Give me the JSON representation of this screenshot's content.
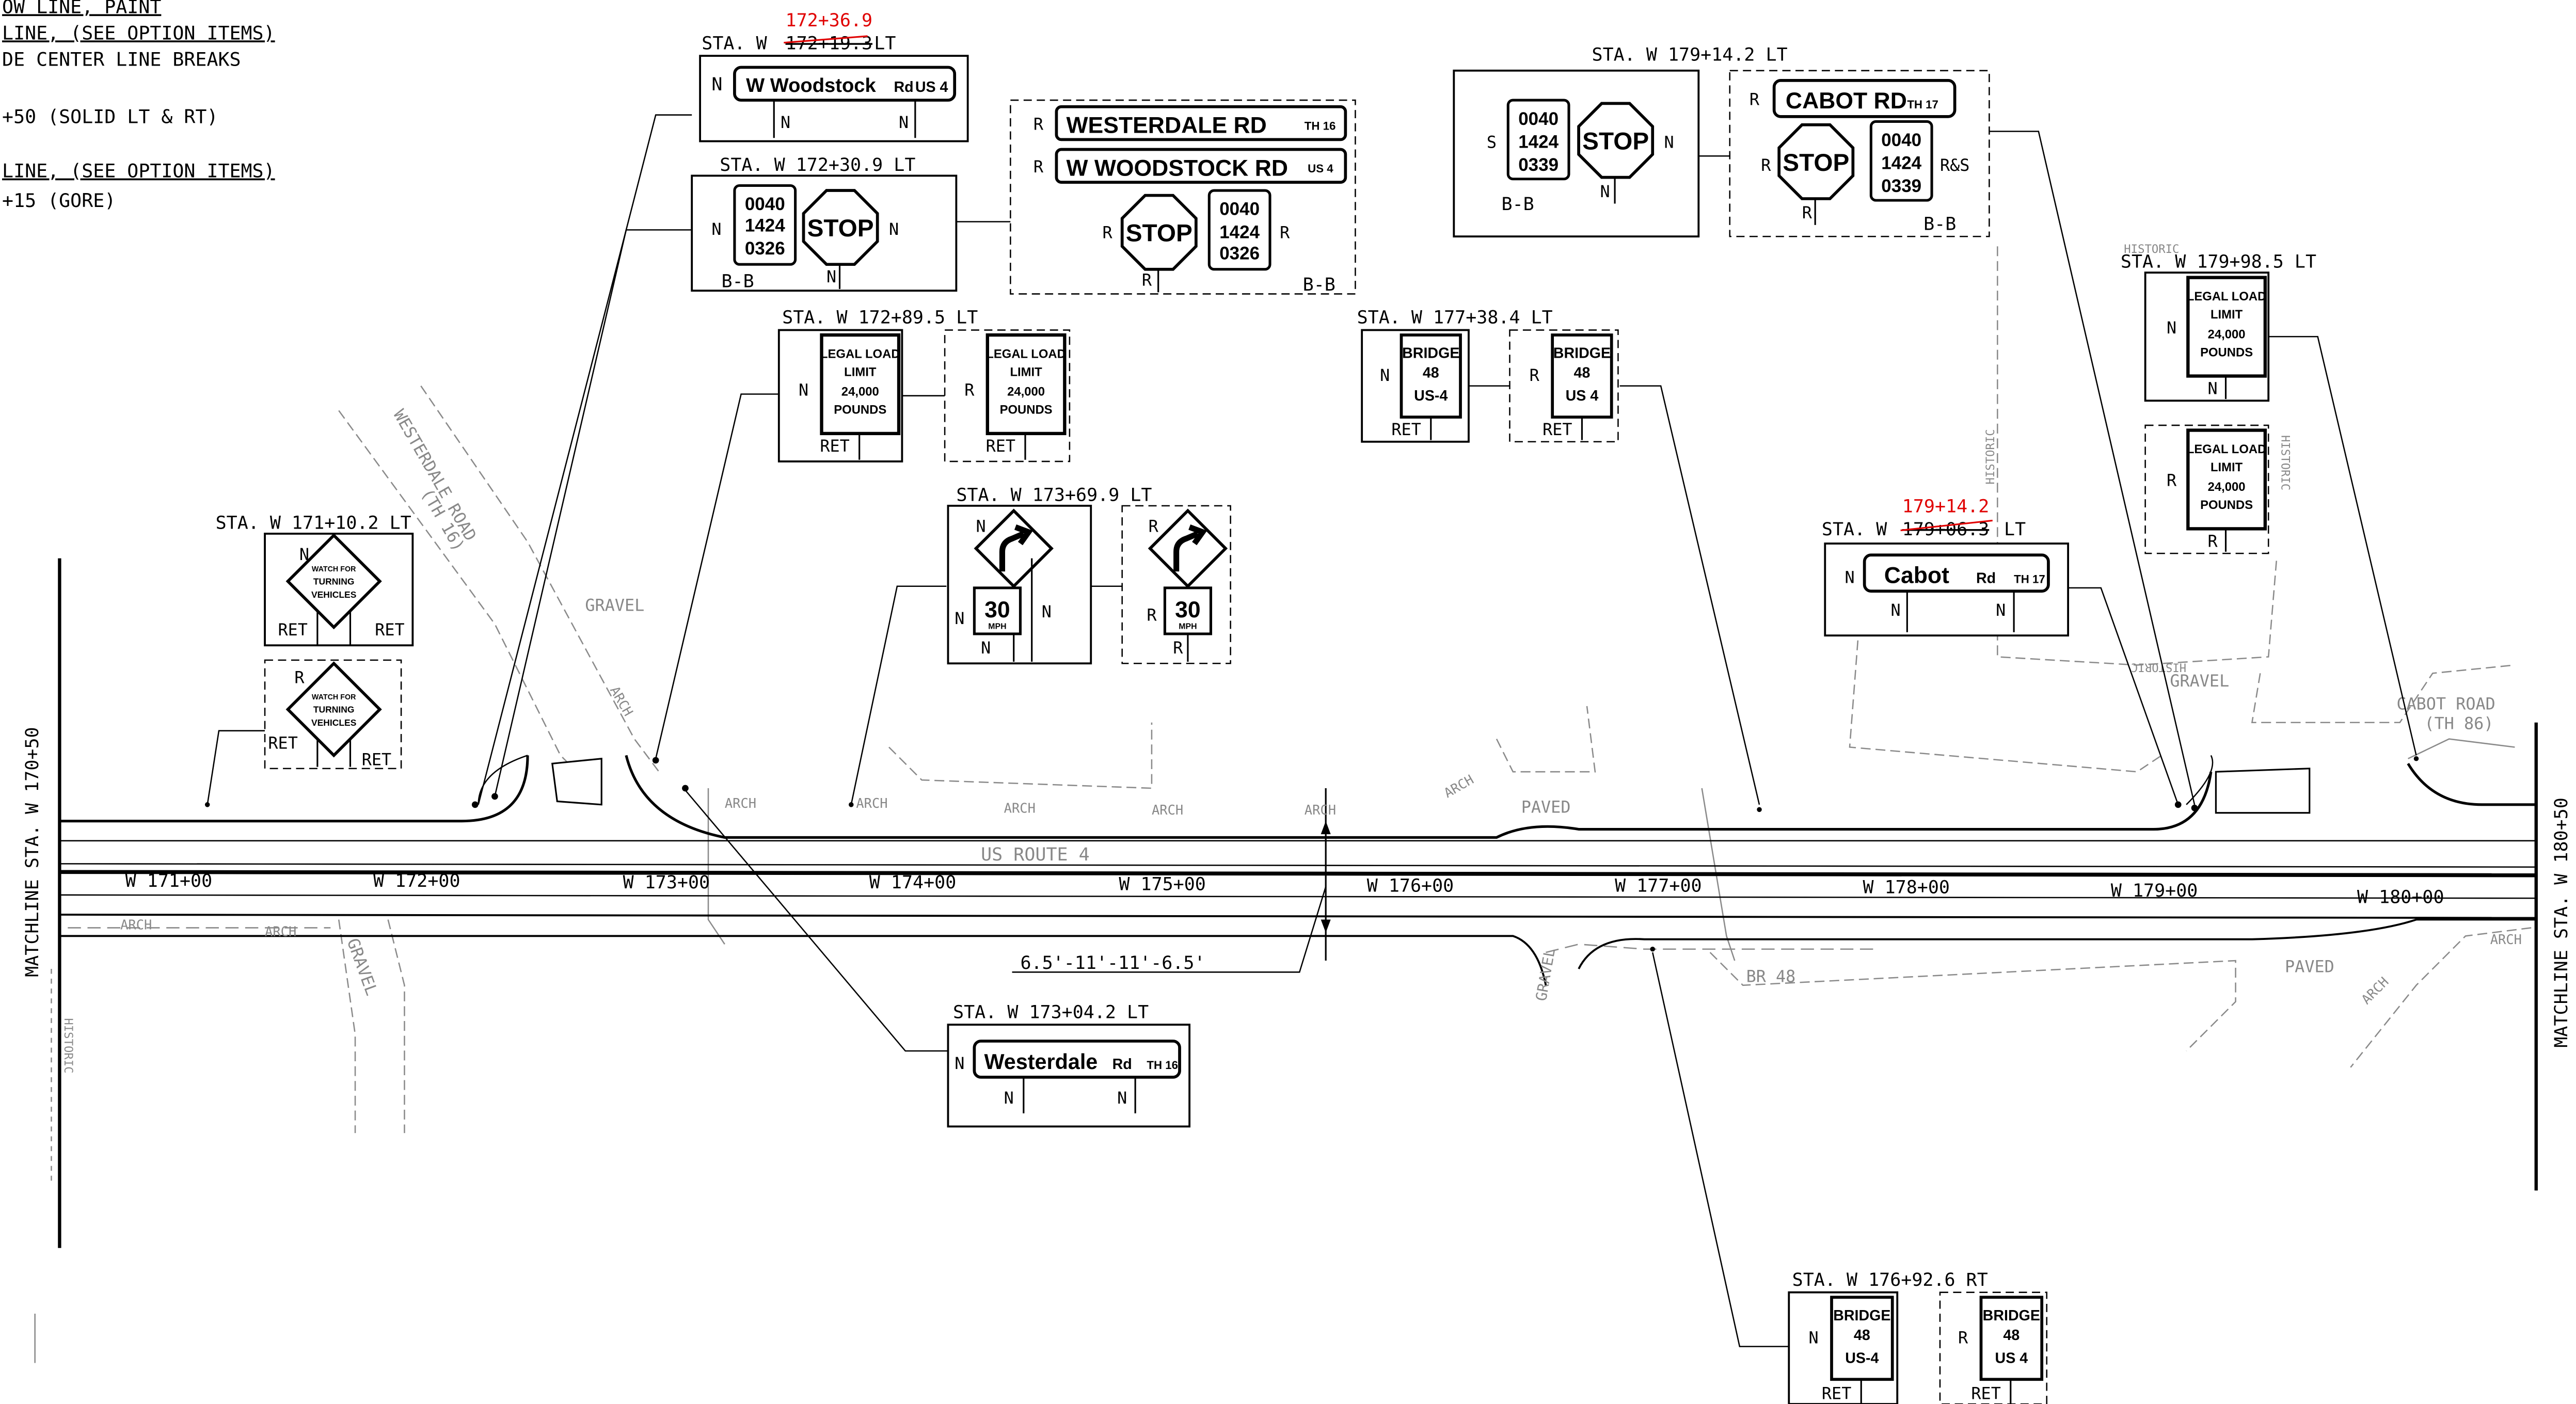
{
  "notes": {
    "lines": [
      "OW LINE, PAINT",
      "LINE, (SEE OPTION ITEMS)",
      "DE CENTER LINE BREAKS",
      "+50 (SOLID LT & RT)",
      "LINE, (SEE OPTION ITEMS)",
      "+15 (GORE)"
    ]
  },
  "matchlines": {
    "left": "MATCHLINE STA. W 170+50",
    "right": "MATCHLINE STA. W 180+50"
  },
  "road": {
    "name": "US ROUTE 4",
    "dimension": "6.5'-11'-11'-6.5'",
    "stations": [
      "W 171+00",
      "W 172+00",
      "W 173+00",
      "W 174+00",
      "W 175+00",
      "W 176+00",
      "W 177+00",
      "W 178+00",
      "W 179+00",
      "W 180+00"
    ]
  },
  "map_labels": {
    "westerdale": "WESTERDALE ROAD",
    "westerdale_th": "(TH 16)",
    "gravel": "GRAVEL",
    "arch": "ARCH",
    "paved": "PAVED",
    "historic": "HISTORIC",
    "cabot_road": "CABOT ROAD",
    "cabot_th": "(TH 86)",
    "br48": "BR 48"
  },
  "signs": {
    "woodstock": {
      "station_new": "172+36.9",
      "station_old": "172+19.3",
      "station_prefix": "STA. W",
      "side": "LT",
      "face": "N",
      "name": "W Woodstock",
      "rd": "Rd",
      "route": "US 4"
    },
    "stop_172": {
      "station": "STA. W 172+30.9 LT",
      "numbers": [
        "0040",
        "1424",
        "0326"
      ],
      "stop": "STOP",
      "view": "B-B"
    },
    "westerdale_assembly": {
      "line1": "WESTERDALE RD",
      "line1_route": "TH 16",
      "line2": "W WOODSTOCK RD",
      "line2_route": "US 4",
      "numbers": [
        "0040",
        "1424",
        "0326"
      ],
      "stop": "STOP",
      "view": "B-B"
    },
    "legal_172": {
      "station": "STA. W 172+89.5 LT",
      "text": [
        "LEGAL LOAD",
        "LIMIT",
        "24,000",
        "POUNDS"
      ]
    },
    "curve_173": {
      "station": "STA. W 173+69.9 LT",
      "speed": "30",
      "unit": "MPH"
    },
    "watch_171": {
      "station": "STA. W 171+10.2 LT",
      "text": [
        "WATCH FOR",
        "TURNING",
        "VEHICLES"
      ]
    },
    "bridge_177": {
      "station": "STA. W 177+38.4 LT",
      "n_text": [
        "BRIDGE",
        "48",
        "US-4"
      ],
      "r_text": [
        "BRIDGE",
        "48",
        "US 4"
      ]
    },
    "cabot_stop": {
      "station": "STA. W 179+14.2 LT",
      "numbers": [
        "0040",
        "1424",
        "0339"
      ],
      "stop": "STOP",
      "name": "CABOT RD",
      "route": "TH 17",
      "rs": "R&S"
    },
    "legal_179": {
      "station": "STA. W 179+98.5 LT",
      "text": [
        "LEGAL LOAD",
        "LIMIT",
        "24,000",
        "POUNDS"
      ]
    },
    "cabot_name": {
      "station_new": "179+14.2",
      "station_old": "179+06.3",
      "station_prefix": "STA. W",
      "side": "LT",
      "name": "Cabot",
      "rd": "Rd",
      "route": "TH 17"
    },
    "westerdale_name": {
      "station": "STA. W 173+04.2 LT",
      "name": "Westerdale",
      "rd": "Rd",
      "route": "TH 16"
    },
    "bridge_176": {
      "station": "STA. W 176+92.6 RT",
      "n_text": [
        "BRIDGE",
        "48",
        "US-4"
      ],
      "r_text": [
        "BRIDGE",
        "48",
        "US 4"
      ]
    }
  },
  "codes": {
    "N": "N",
    "R": "R",
    "S": "S",
    "RET": "RET",
    "R&S": "R&S",
    "BB": "B-B"
  }
}
